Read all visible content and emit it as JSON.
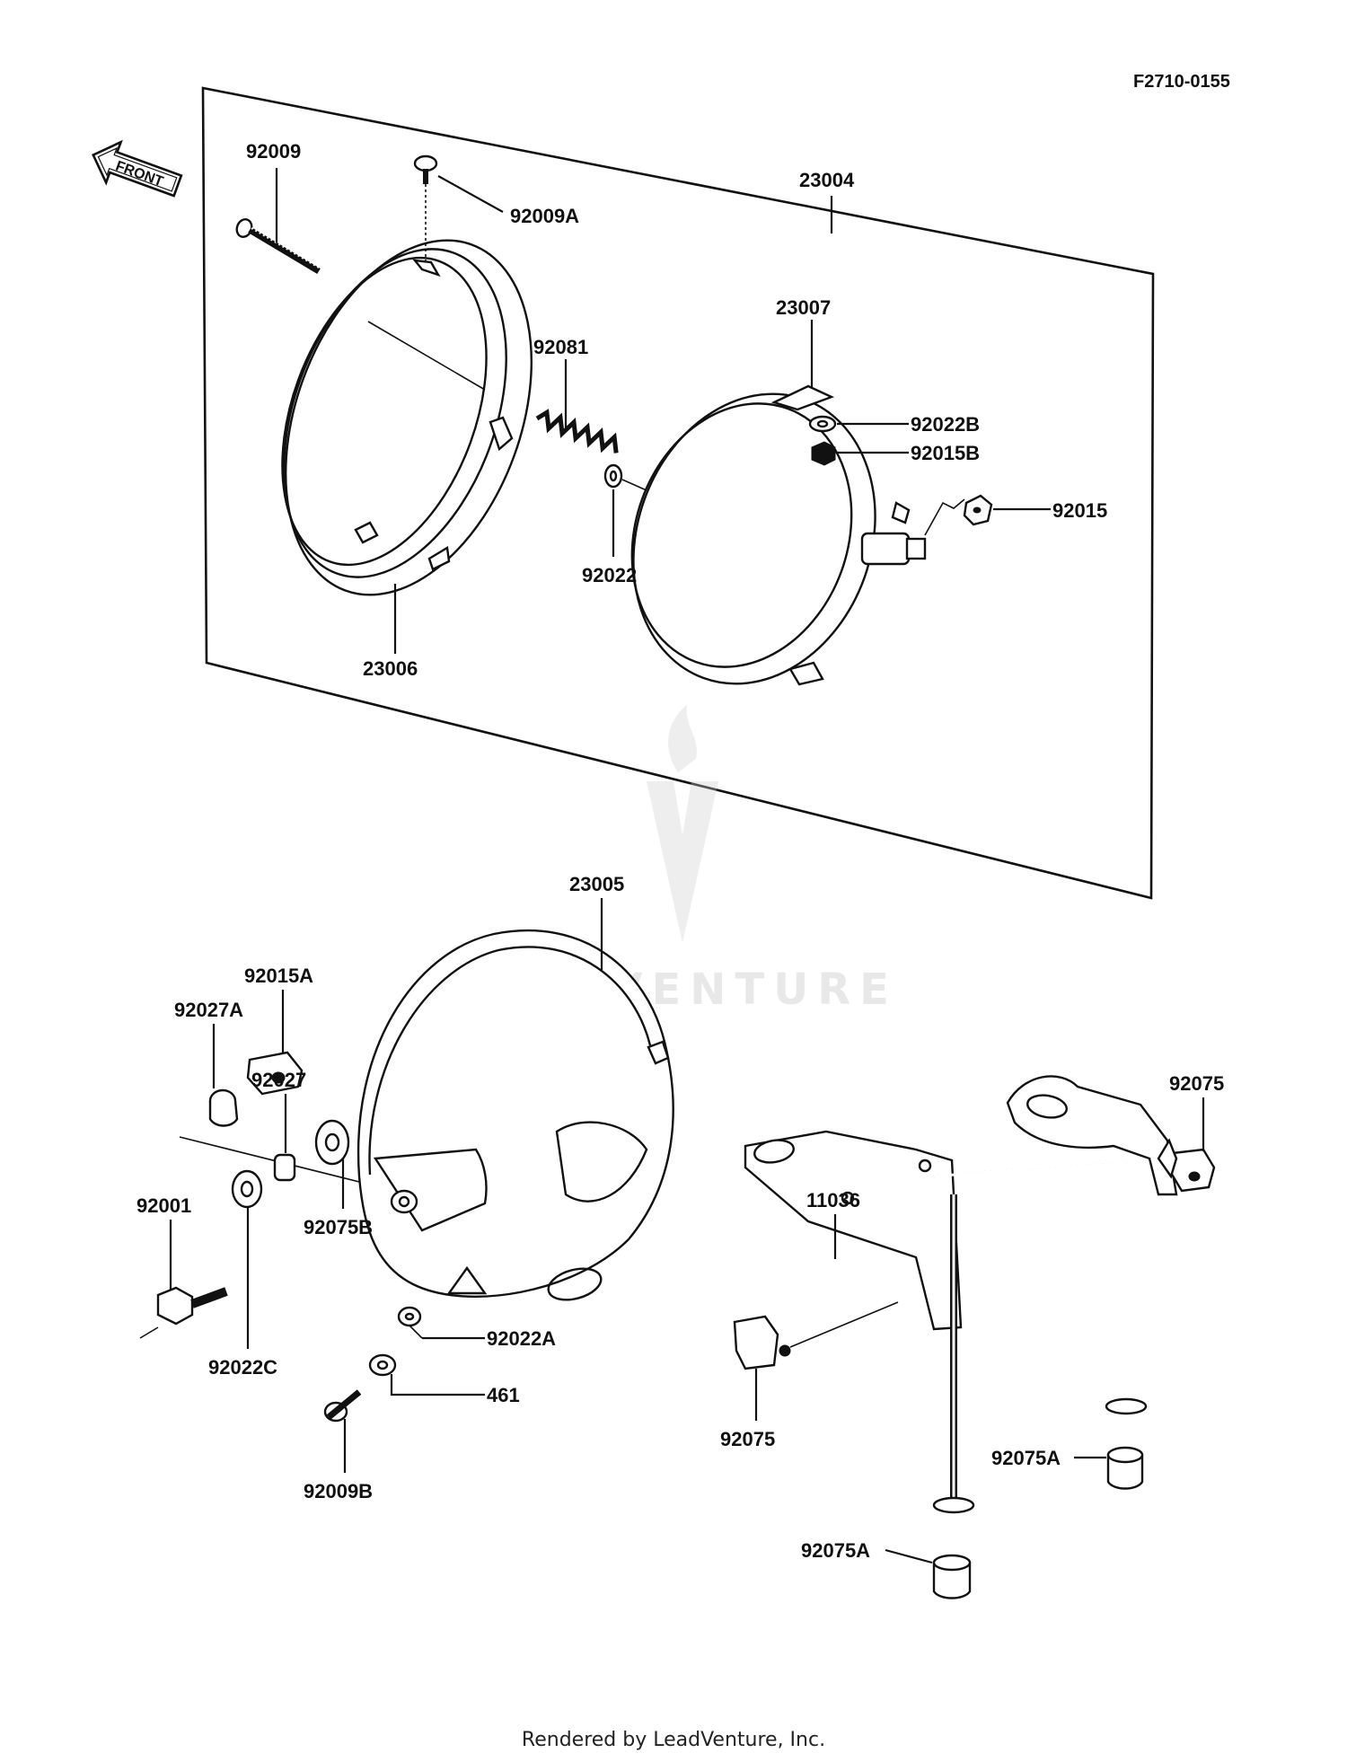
{
  "diagram_code": "F2710-0155",
  "front_arrow_label": "FRONT",
  "watermark": "LEADVENTURE",
  "footer": "Rendered by LeadVenture, Inc.",
  "labels": {
    "p92009": "92009",
    "p92009A": "92009A",
    "p23004": "23004",
    "p23007": "23007",
    "p92081": "92081",
    "p92022B": "92022B",
    "p92015B": "92015B",
    "p92015": "92015",
    "p92022": "92022",
    "p23006": "23006",
    "p23005": "23005",
    "p92015A": "92015A",
    "p92027A": "92027A",
    "p92075_top": "92075",
    "p11036": "11036",
    "p92027": "92027",
    "p92001": "92001",
    "p92075B": "92075B",
    "p92022A": "92022A",
    "p92022C": "92022C",
    "p461": "461",
    "p92009B": "92009B",
    "p92075_bottom": "92075",
    "p92075A_right": "92075A",
    "p92075A_left": "92075A"
  }
}
